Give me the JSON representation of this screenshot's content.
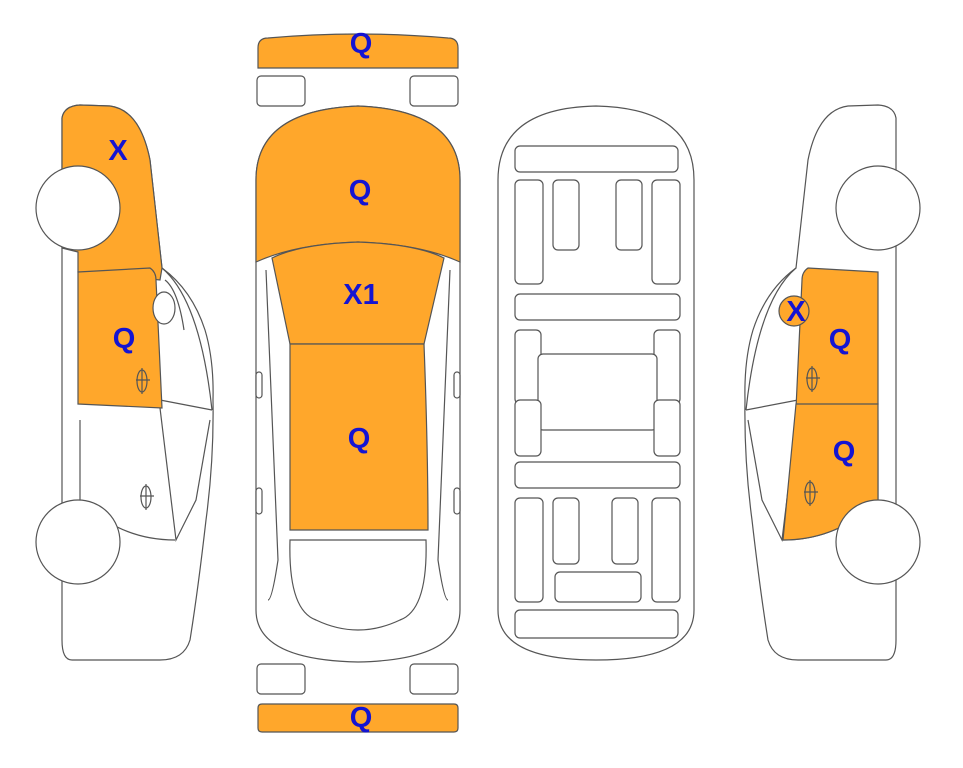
{
  "colors": {
    "damage_fill": "#FFA72B",
    "label_color": "#1414D2",
    "outline": "#555555"
  },
  "views": {
    "left_side": {
      "hood_label": "X",
      "front_door_label": "Q"
    },
    "top": {
      "front_bumper_label": "Q",
      "hood_label": "Q",
      "windshield_label": "X1",
      "roof_label": "Q",
      "rear_bumper_label": "Q"
    },
    "right_side": {
      "mirror_label": "X",
      "front_door_label": "Q",
      "rear_door_label": "Q"
    }
  }
}
